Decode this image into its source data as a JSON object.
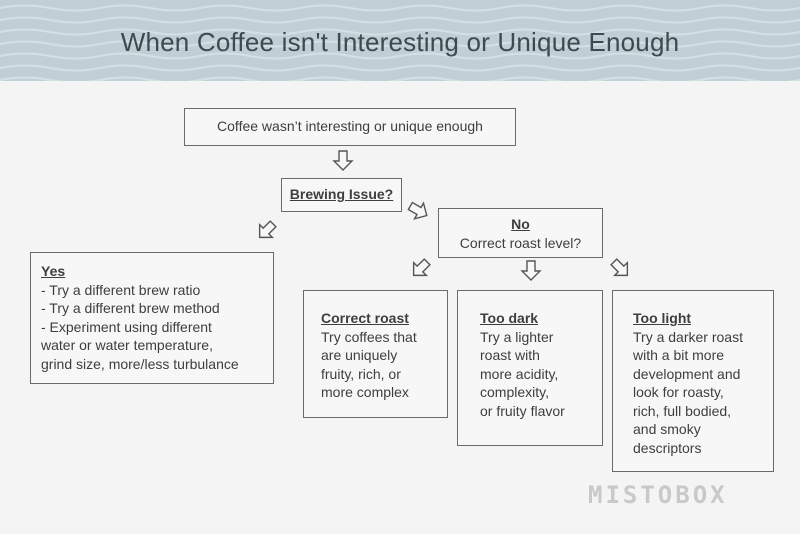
{
  "header": {
    "title": "When Coffee isn't Interesting or Unique Enough"
  },
  "nodes": {
    "root": {
      "text": "Coffee wasn’t interesting or unique enough"
    },
    "brewing": {
      "heading": "Brewing Issue?"
    },
    "yes": {
      "heading": "Yes",
      "lines": [
        "- Try a different brew ratio",
        "- Try a different brew method",
        "- Experiment using different",
        "water or water temperature,",
        "grind size, more/less turbulance"
      ]
    },
    "no": {
      "heading": "No",
      "text": "Correct roast level?"
    },
    "correct": {
      "heading": "Correct roast",
      "lines": [
        "Try coffees that",
        "are uniquely",
        "fruity, rich, or",
        "more complex"
      ]
    },
    "dark": {
      "heading": "Too dark",
      "lines": [
        "Try a lighter",
        "roast with",
        "more acidity,",
        "complexity,",
        "or fruity flavor"
      ]
    },
    "light": {
      "heading": "Too light",
      "lines": [
        "Try a darker roast",
        "with a bit more",
        "development and",
        "look for roasty,",
        "rich, full bodied,",
        "and smoky",
        "descriptors"
      ]
    }
  },
  "logo": {
    "text": "MISTOBOX"
  },
  "colors": {
    "header_bg": "#bfcfd5",
    "wave": "#cfdce1",
    "border": "#6a6a6a",
    "text": "#3e3e3e"
  },
  "icons": [
    "down-arrow-icon",
    "down-left-arrow-icon",
    "down-right-arrow-icon"
  ]
}
